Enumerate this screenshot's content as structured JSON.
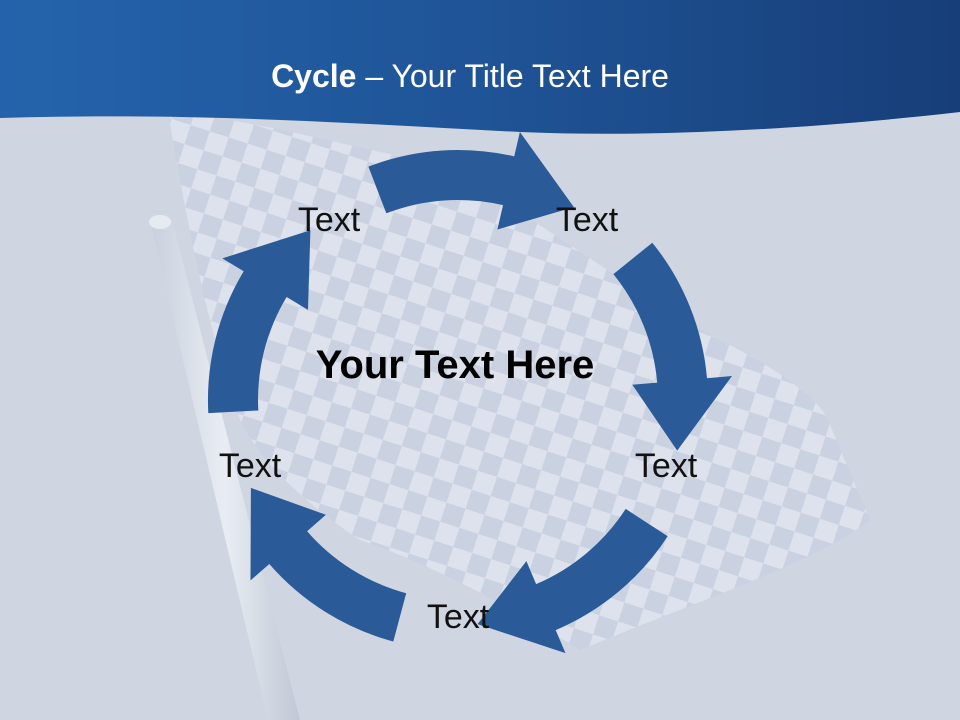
{
  "slide": {
    "title_bold": "Cycle",
    "title_rest": " – Your Title Text Here",
    "center_text": "Your Text Here",
    "labels": {
      "top_left": "Text",
      "top_right": "Text",
      "right": "Text",
      "bottom": "Text",
      "left": "Text"
    }
  },
  "colors": {
    "banner": "#1f5497",
    "arrow": "#2a5a98",
    "background": "#cfd6e2"
  },
  "icons": {
    "background_image": "checkered-flag-on-pole"
  }
}
